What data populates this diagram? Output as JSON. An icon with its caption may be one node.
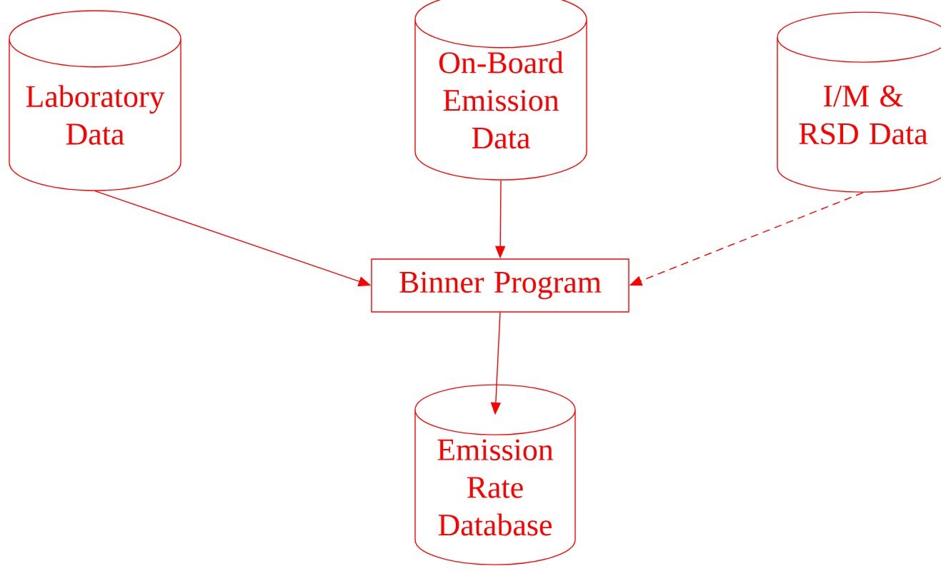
{
  "diagram": {
    "nodes": [
      {
        "text": [
          "Laboratory Data"
        ]
      },
      {
        "text": [
          "On-Board Emission Data"
        ]
      },
      {
        "text": [
          "I/M & RSD Data"
        ]
      },
      {
        "text": [
          "Binner Program"
        ]
      },
      {
        "text": [
          "Emission Rate Database"
        ]
      }
    ],
    "edges": [
      {
        "from": 0,
        "to": 3,
        "arrow": "to"
      },
      {
        "from": 1,
        "to": 3,
        "arrow": "to"
      },
      {
        "from": 2,
        "to": 3,
        "arrow": "to",
        "style": "dashed"
      },
      {
        "from": 3,
        "to": 4,
        "arrow": "to"
      }
    ]
  }
}
